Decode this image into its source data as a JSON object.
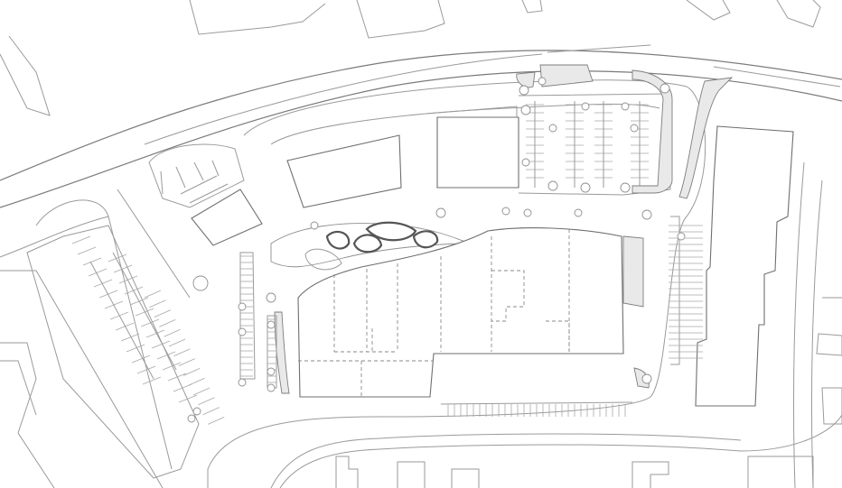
{
  "map": {
    "kind": "site-plan",
    "style": "line-drawing",
    "colors": {
      "background": "#ffffff",
      "line": "#9a9a9a",
      "building_outline": "#6f6f6f",
      "planting_fill": "#e9e9e9"
    },
    "features": [
      "main-road",
      "anchor-store-building",
      "retail-pavilion",
      "unit-building",
      "tall-block-building",
      "small-kiosk-building",
      "surface-parking-lots",
      "entrance-canopy-pods",
      "planting-beds",
      "trees",
      "surrounding-buildings"
    ]
  }
}
